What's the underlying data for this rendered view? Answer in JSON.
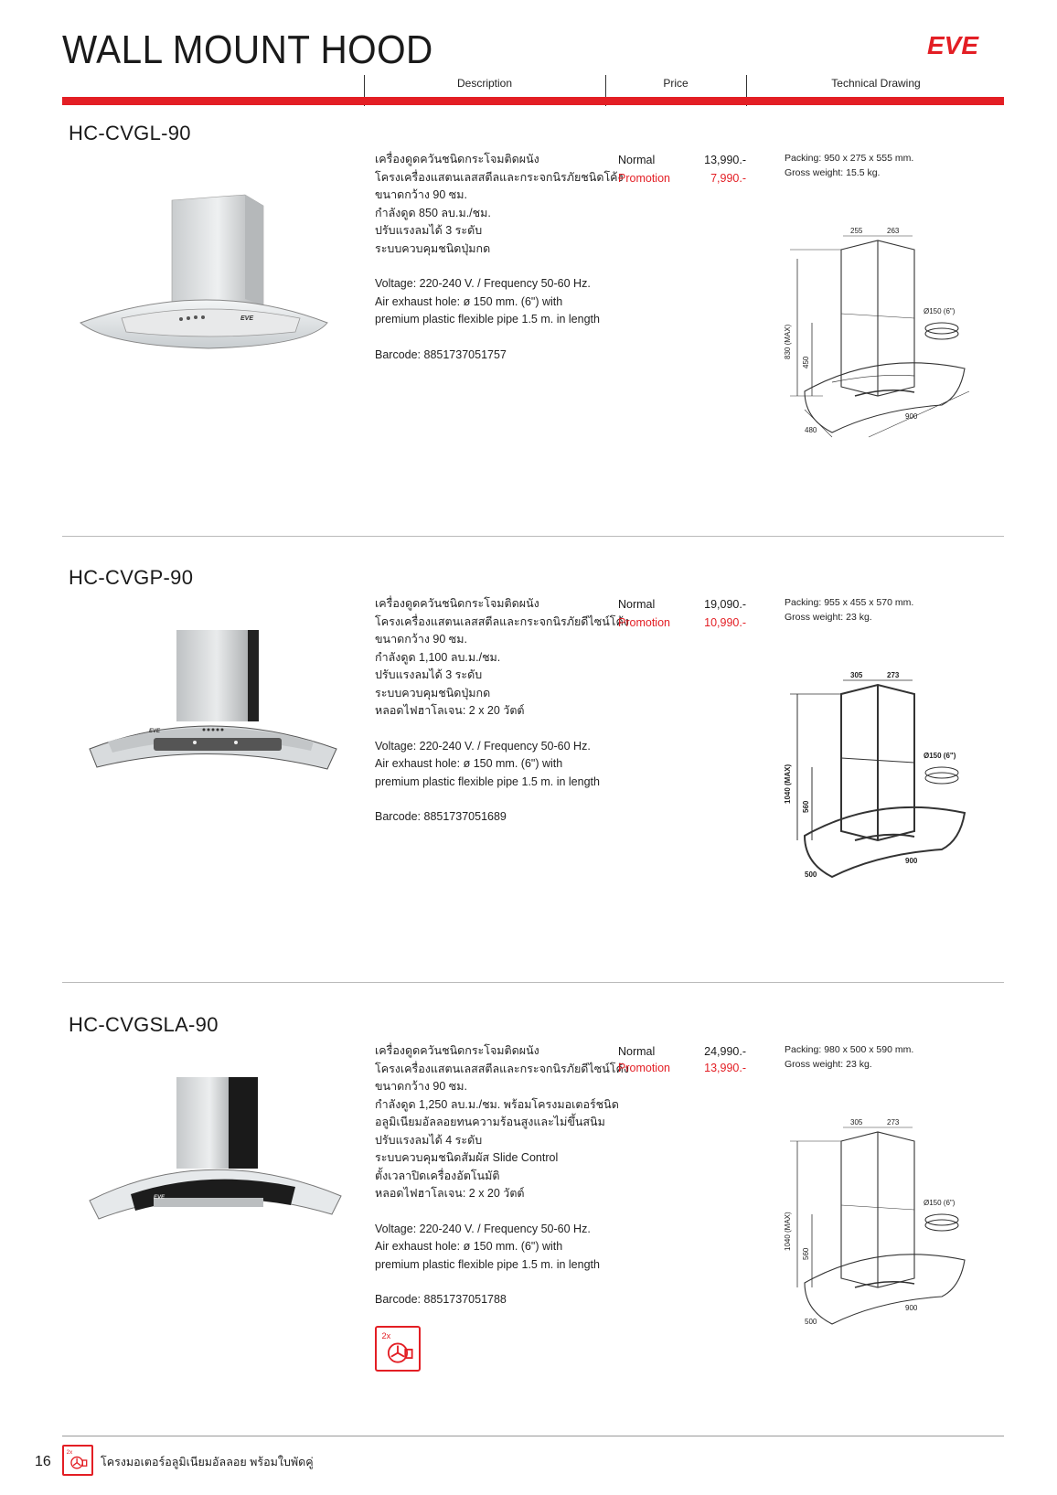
{
  "page": {
    "title": "WALL MOUNT HOOD",
    "brand": "EVE",
    "accent_color": "#e31e24",
    "number": "16"
  },
  "columns": {
    "description": "Description",
    "price": "Price",
    "drawing": "Technical Drawing"
  },
  "products": [
    {
      "model": "HC-CVGL-90",
      "desc_th": [
        "เครื่องดูดควันชนิดกระโจมติดผนัง",
        "โครงเครื่องแสตนเลสสตีลและกระจกนิรภัยชนิดโค้ง",
        "ขนาดกว้าง 90 ซม.",
        "กำลังดูด 850 ลบ.ม./ชม.",
        "ปรับแรงลมได้ 3 ระดับ",
        "ระบบควบคุมชนิดปุ่มกด"
      ],
      "desc_en": [
        "Voltage: 220-240 V. / Frequency 50-60 Hz.",
        "Air exhaust hole: ø 150 mm. (6\") with",
        "premium plastic flexible pipe 1.5 m. in length"
      ],
      "barcode": "Barcode: 8851737051757",
      "normal_label": "Normal",
      "normal_price": "13,990.-",
      "promo_label": "Promotion",
      "promo_price": "7,990.-",
      "packing": "Packing: 950 x 275 x 555 mm.",
      "weight": "Gross weight: 15.5 kg.",
      "dims": {
        "top_a": "255",
        "top_b": "263",
        "height_max": "830 (MAX)",
        "height_min": "450",
        "depth": "480",
        "width": "900",
        "duct": "Ø150 (6\")"
      },
      "panel_logo": "EVE"
    },
    {
      "model": "HC-CVGP-90",
      "desc_th": [
        "เครื่องดูดควันชนิดกระโจมติดผนัง",
        "โครงเครื่องแสตนเลสสตีลและกระจกนิรภัยดีไซน์โค้ง",
        "ขนาดกว้าง 90 ซม.",
        "กำลังดูด 1,100 ลบ.ม./ชม.",
        "ปรับแรงลมได้ 3 ระดับ",
        "ระบบควบคุมชนิดปุ่มกด",
        "หลอดไฟฮาโลเจน: 2 x 20 วัตต์"
      ],
      "desc_en": [
        "Voltage: 220-240 V. / Frequency 50-60 Hz.",
        "Air exhaust hole: ø 150 mm. (6\") with",
        "premium plastic flexible pipe 1.5 m. in length"
      ],
      "barcode": "Barcode: 8851737051689",
      "normal_label": "Normal",
      "normal_price": "19,090.-",
      "promo_label": "Promotion",
      "promo_price": "10,990.-",
      "packing": "Packing: 955 x 455 x 570 mm.",
      "weight": "Gross weight: 23 kg.",
      "dims": {
        "top_a": "305",
        "top_b": "273",
        "height_max": "1040 (MAX)",
        "height_min": "560",
        "depth": "500",
        "width": "900",
        "duct": "Ø150 (6\")"
      },
      "panel_logo": "EVE"
    },
    {
      "model": "HC-CVGSLA-90",
      "desc_th": [
        "เครื่องดูดควันชนิดกระโจมติดผนัง",
        "โครงเครื่องแสตนเลสสตีลและกระจกนิรภัยดีไซน์โค้ง",
        "ขนาดกว้าง 90 ซม.",
        "กำลังดูด 1,250 ลบ.ม./ชม. พร้อมโครงมอเตอร์ชนิด",
        "อลูมิเนียมอัลลอยทนความร้อนสูงและไม่ขึ้นสนิม",
        "ปรับแรงลมได้ 4 ระดับ",
        "ระบบควบคุมชนิดสัมผัส Slide Control",
        "ตั้งเวลาปิดเครื่องอัตโนมัติ",
        "หลอดไฟฮาโลเจน: 2 x 20 วัตต์"
      ],
      "desc_en": [
        "Voltage: 220-240 V. / Frequency 50-60 Hz.",
        "Air exhaust hole: ø 150 mm. (6\") with",
        "premium plastic flexible pipe 1.5 m. in length"
      ],
      "barcode": "Barcode: 8851737051788",
      "normal_label": "Normal",
      "normal_price": "24,990.-",
      "promo_label": "Promotion",
      "promo_price": "13,990.-",
      "packing": "Packing: 980 x 500 x 590 mm.",
      "weight": "Gross weight:  23 kg.",
      "dims": {
        "top_a": "305",
        "top_b": "273",
        "height_max": "1040 (MAX)",
        "height_min": "560",
        "depth": "500",
        "width": "900",
        "duct": "Ø150 (6\")"
      },
      "panel_logo": "EVE",
      "badge": "2x"
    }
  ],
  "footer": {
    "badge": "2x",
    "text": "โครงมอเตอร์อลูมิเนียมอัลลอย พร้อมใบพัดคู่"
  }
}
